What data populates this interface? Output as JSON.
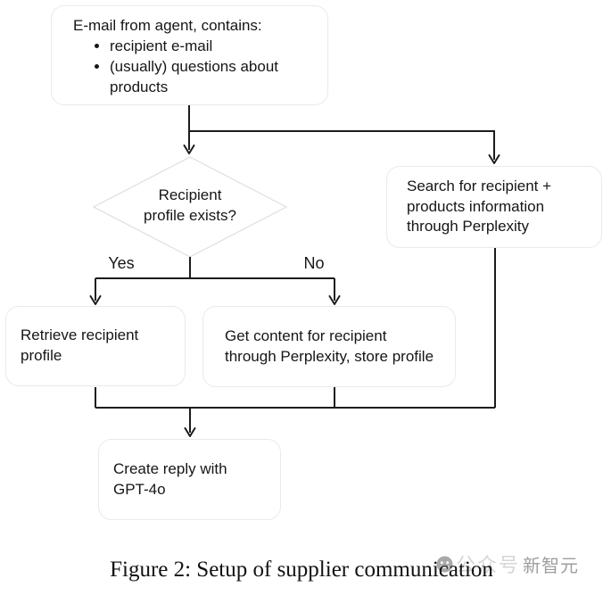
{
  "flowchart": {
    "email_node": {
      "title": "E-mail from agent, contains:",
      "bullets": [
        "recipient e-mail",
        "(usually) questions about products"
      ]
    },
    "decision_node": {
      "label": "Recipient profile exists?"
    },
    "search_node": {
      "label": "Search for recipient + products information through Perplexity"
    },
    "retrieve_node": {
      "label": "Retrieve recipient profile"
    },
    "get_content_node": {
      "label": "Get content for recipient through Perplexity, store profile"
    },
    "create_reply_node": {
      "label": "Create reply with GPT-4o"
    },
    "branch_labels": {
      "yes": "Yes",
      "no": "No"
    }
  },
  "caption": "Figure 2: Setup of supplier communication",
  "watermark": {
    "source_label": "公众号",
    "brand_label": "新智元"
  },
  "colors": {
    "line": "#1c1c1c",
    "node_border": "#eaeaea",
    "diamond_border": "#dedede",
    "text": "#161616",
    "caption": "#121212",
    "watermark_source": "#d6d6d6",
    "watermark_brand": "#9e9e9e",
    "watermark_icon": "#a8a8a8"
  }
}
